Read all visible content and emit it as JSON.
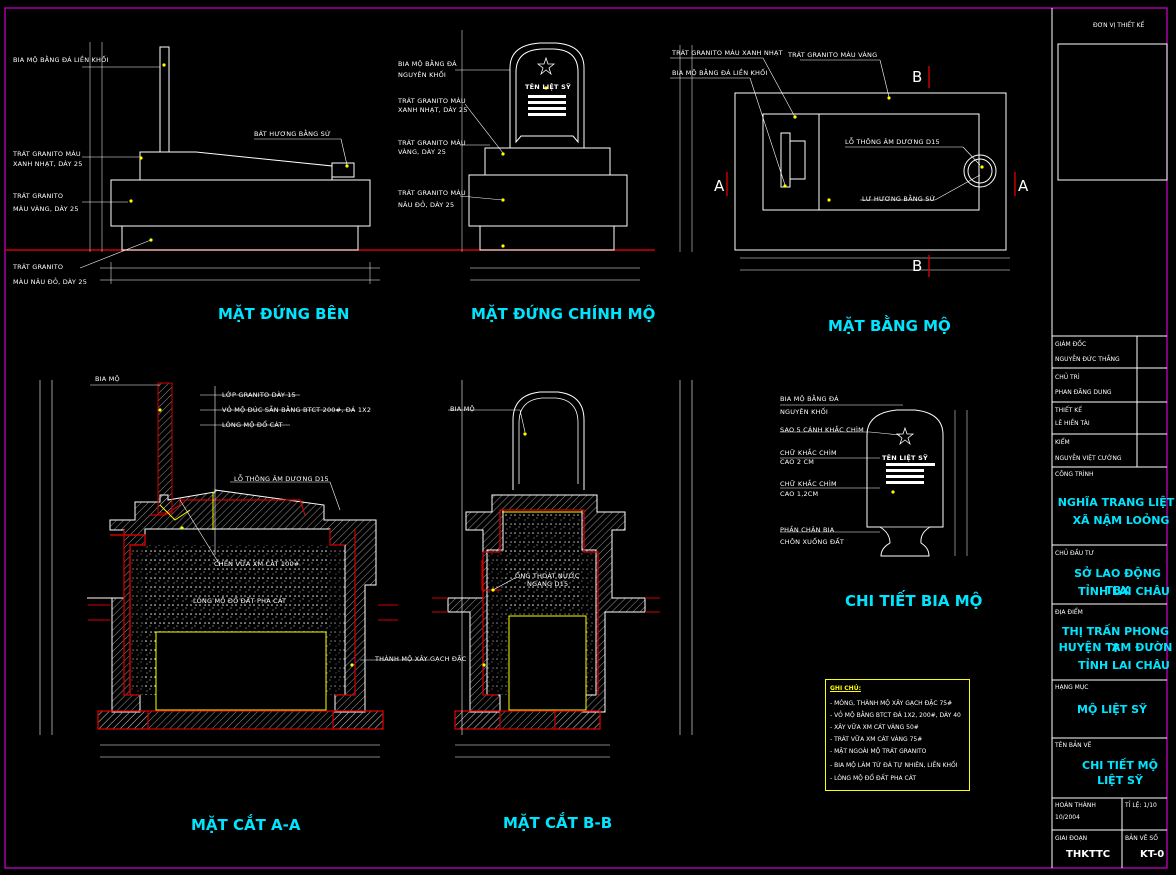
{
  "views": {
    "side": "MẶT ĐỨNG BÊN",
    "front": "MẶT ĐỨNG CHÍNH MỘ",
    "plan": "MẶT BẰNG MỘ",
    "section_aa": "MẶT CẮT A-A",
    "section_bb": "MẶT CẮT B-B",
    "detail": "CHI TIẾT BIA MỘ"
  },
  "side_labels": {
    "bia_mo": "BIA MỘ BẰNG ĐÁ LIỀN KHỐI",
    "bat_huong": "BÁT HƯƠNG BẰNG SỨ",
    "xanh_1": "TRÁT GRANITO MÀU",
    "xanh_2": "XANH NHẠT, DÀY 25",
    "vang_1": "TRÁT GRANITO",
    "vang_2": "MÀU VÀNG, DÀY 25",
    "nau_1": "TRÁT GRANITO",
    "nau_2": "MÀU NÂU ĐỎ, DÀY 25"
  },
  "front_labels": {
    "bia_1": "BIA MỘ BẰNG ĐÁ",
    "bia_2": "NGUYÊN KHỐI",
    "xanh_1": "TRÁT GRANITO MÀU",
    "xanh_2": "XANH NHẠT, DÀY 25",
    "vang_1": "TRÁT GRANITO MÀU",
    "vang_2": "VÀNG, DÀY 25",
    "nau_1": "TRÁT GRANITO MÀU",
    "nau_2": "NÂU ĐỎ, DÀY 25",
    "ten": "TÊN LIỆT SỸ"
  },
  "plan_labels": {
    "xanh": "TRÁT GRANITO MÀU XANH NHẠT",
    "vang": "TRÁT GRANITO MÀU VÀNG",
    "bia": "BIA MỘ BẰNG ĐÁ LIỀN KHỐI",
    "lo_thong": "LỖ THÔNG ÂM DƯƠNG D15",
    "lu_huong": "LƯ HƯƠNG BẰNG SỨ",
    "a": "A",
    "b": "B"
  },
  "aa_labels": {
    "bia": "BIA MỘ",
    "lop": "LỚP GRANITO DÀY 15",
    "vo_mo": "VỎ MỘ ĐÚC SẴN BẰNG BTCT 200#, ĐÁ 1X2",
    "long_mo": "LÒNG MỘ ĐỔ CÁT",
    "lo_thong": "LỖ THÔNG ÂM DƯƠNG D15",
    "chen": "CHÈN VỮA XM CÁT 100#",
    "long_mo_do": "LÒNG MỘ ĐỔ ĐẤT PHA CÁT",
    "thanh": "THÀNH MỘ XÂY GẠCH ĐẶC"
  },
  "bb_labels": {
    "bia": "BIA MỘ",
    "ong_1": "ỐNG THOÁT NƯỚC",
    "ong_2": "NGANG D15"
  },
  "detail_labels": {
    "bia_1": "BIA MỘ BẰNG ĐÁ",
    "bia_2": "NGUYÊN KHỐI",
    "sao": "SAO 5 CÁNH KHẮC CHÌM",
    "chu1_1": "CHỮ KHẮC CHÌM",
    "chu1_2": "CAO 2 CM",
    "chu2_1": "CHỮ KHẮC CHÌM",
    "chu2_2": "CAO 1,2CM",
    "phan_1": "PHẦN CHÂN BIA",
    "phan_2": "CHÔN XUỐNG ĐẤT",
    "ten": "TÊN LIỆT SỸ"
  },
  "notes": {
    "title": "GHI CHÚ:",
    "items": [
      "- MÓNG, THÀNH MỘ XÂY GẠCH ĐẶC 75#",
      "- VỎ MỘ BẰNG BTCT ĐÁ 1X2, 200#, DÀY 40",
      "- XÂY VỮA XM CÁT VÀNG 50#",
      "- TRÁT VỮA XM CÁT VÀNG 75#",
      "- MẶT NGOÀI MỘ TRÁT GRANITO",
      "- BIA MỘ LÀM TỪ ĐÁ TỰ NHIÊN, LIỀN KHỐI",
      "- LÒNG MỘ ĐỔ ĐẤT PHA CÁT"
    ]
  },
  "title_block": {
    "don_vi": "ĐƠN VỊ THIẾT KẾ",
    "giam_doc": "GIÁM ĐỐC",
    "giam_doc_name": "NGUYỄN ĐỨC THẮNG",
    "chu_tri": "CHỦ TRÌ",
    "chu_tri_name": "PHAN ĐĂNG DUNG",
    "thiet_ke": "THIẾT KẾ",
    "thiet_ke_name": "LÊ HIỀN TÀI",
    "kiem": "KIỂM",
    "kiem_name": "NGUYỄN VIỆT CƯỜNG",
    "cong_trinh": "CÔNG TRÌNH",
    "cong_trinh_1": "NGHĨA TRANG LIỆT",
    "cong_trinh_2": "XÃ NẬM LOỎNG",
    "chu_dau_tu": "CHỦ ĐẦU TƯ",
    "cdt_1": "SỞ LAO ĐỘNG TBX",
    "cdt_2": "TỈNH LAI CHÂU",
    "dia_diem": "ĐỊA ĐIỂM",
    "dd_1": "THỊ TRẤN PHONG T",
    "dd_2": "HUYỆN TAM ĐƯỜN",
    "dd_3": "TỈNH LAI CHÂU",
    "hang_muc": "HẠNG MỤC",
    "hm_1": "MỘ LIỆT SỸ",
    "ten_ban_ve": "TÊN BẢN VẼ",
    "tbv_1": "CHI TIẾT MỘ",
    "tbv_2": "LIỆT SỸ",
    "hoan_thanh": "HOÀN THÀNH",
    "hoan_thanh_val": "10/2004",
    "ti_le": "TỈ LỆ: 1/10",
    "giai_doan": "GIAI ĐOẠN",
    "giai_doan_val": "THKTTC",
    "ban_ve_so": "BẢN VẼ SỐ",
    "ban_ve_so_val": "KT-0"
  }
}
